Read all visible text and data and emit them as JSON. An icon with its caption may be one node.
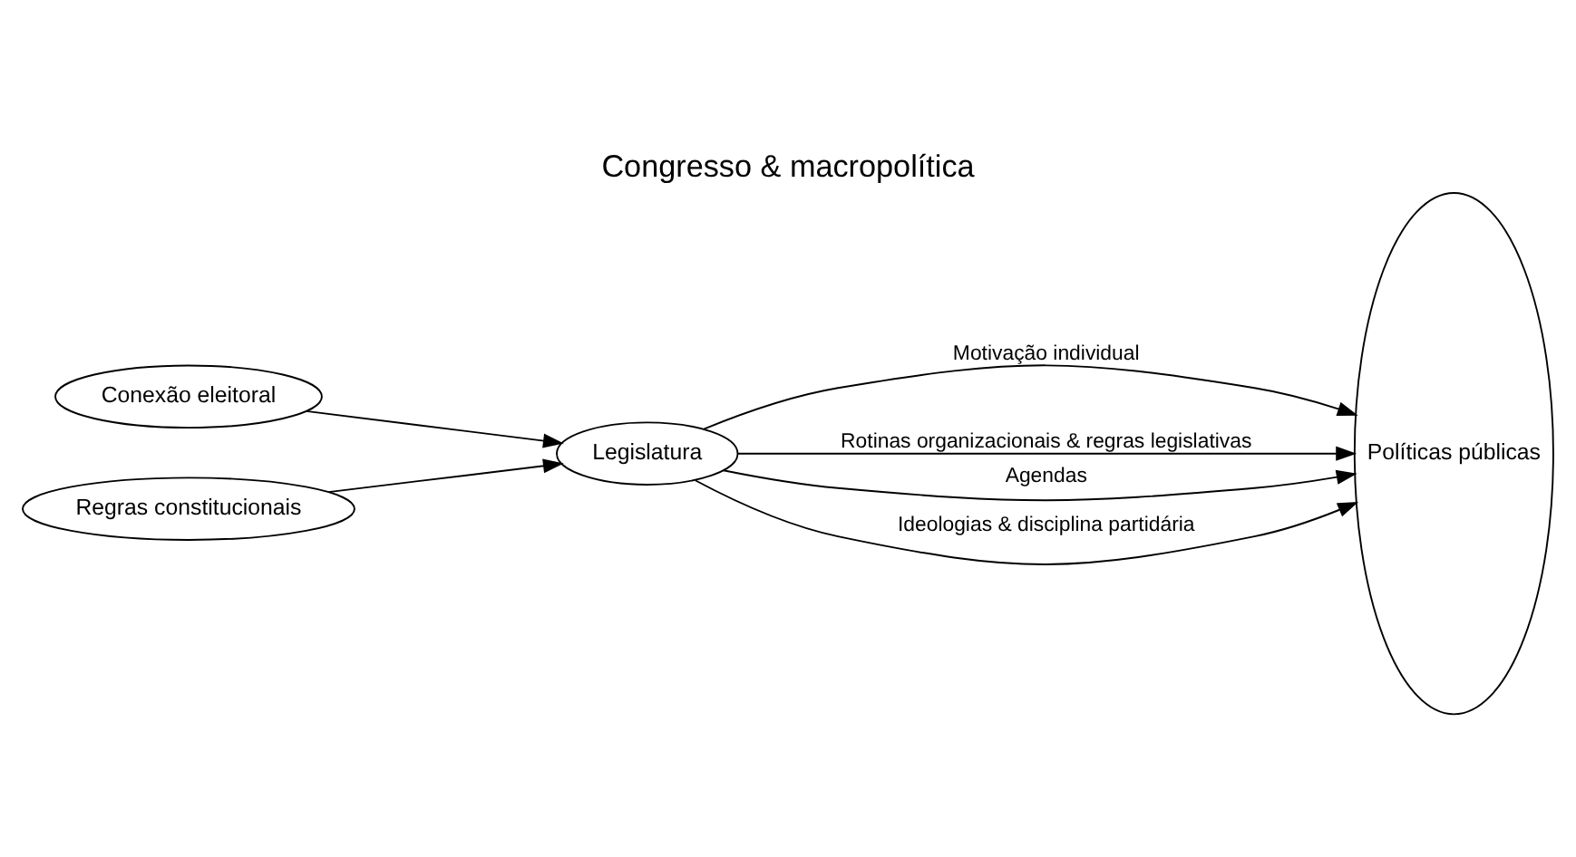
{
  "diagram": {
    "title": "Congresso & macropolítica",
    "nodes": [
      {
        "text": [
          "Conexão eleitoral"
        ]
      },
      {
        "text": [
          "Regras constitucionais"
        ]
      },
      {
        "text": [
          "Legislatura"
        ]
      },
      {
        "text": [
          "Políticas públicas"
        ]
      }
    ],
    "edges": [
      {
        "from": 0,
        "to": 2,
        "arrow": "to"
      },
      {
        "from": 1,
        "to": 2,
        "arrow": "to"
      },
      {
        "from": 2,
        "to": 3,
        "arrow": "to",
        "label": "Motivação individual"
      },
      {
        "from": 2,
        "to": 3,
        "arrow": "to",
        "label": "Rotinas organizacionais & regras legislativas"
      },
      {
        "from": 2,
        "to": 3,
        "arrow": "to",
        "label": "Agendas"
      },
      {
        "from": 2,
        "to": 3,
        "arrow": "to",
        "label": "Ideologias & disciplina partidária"
      }
    ]
  }
}
